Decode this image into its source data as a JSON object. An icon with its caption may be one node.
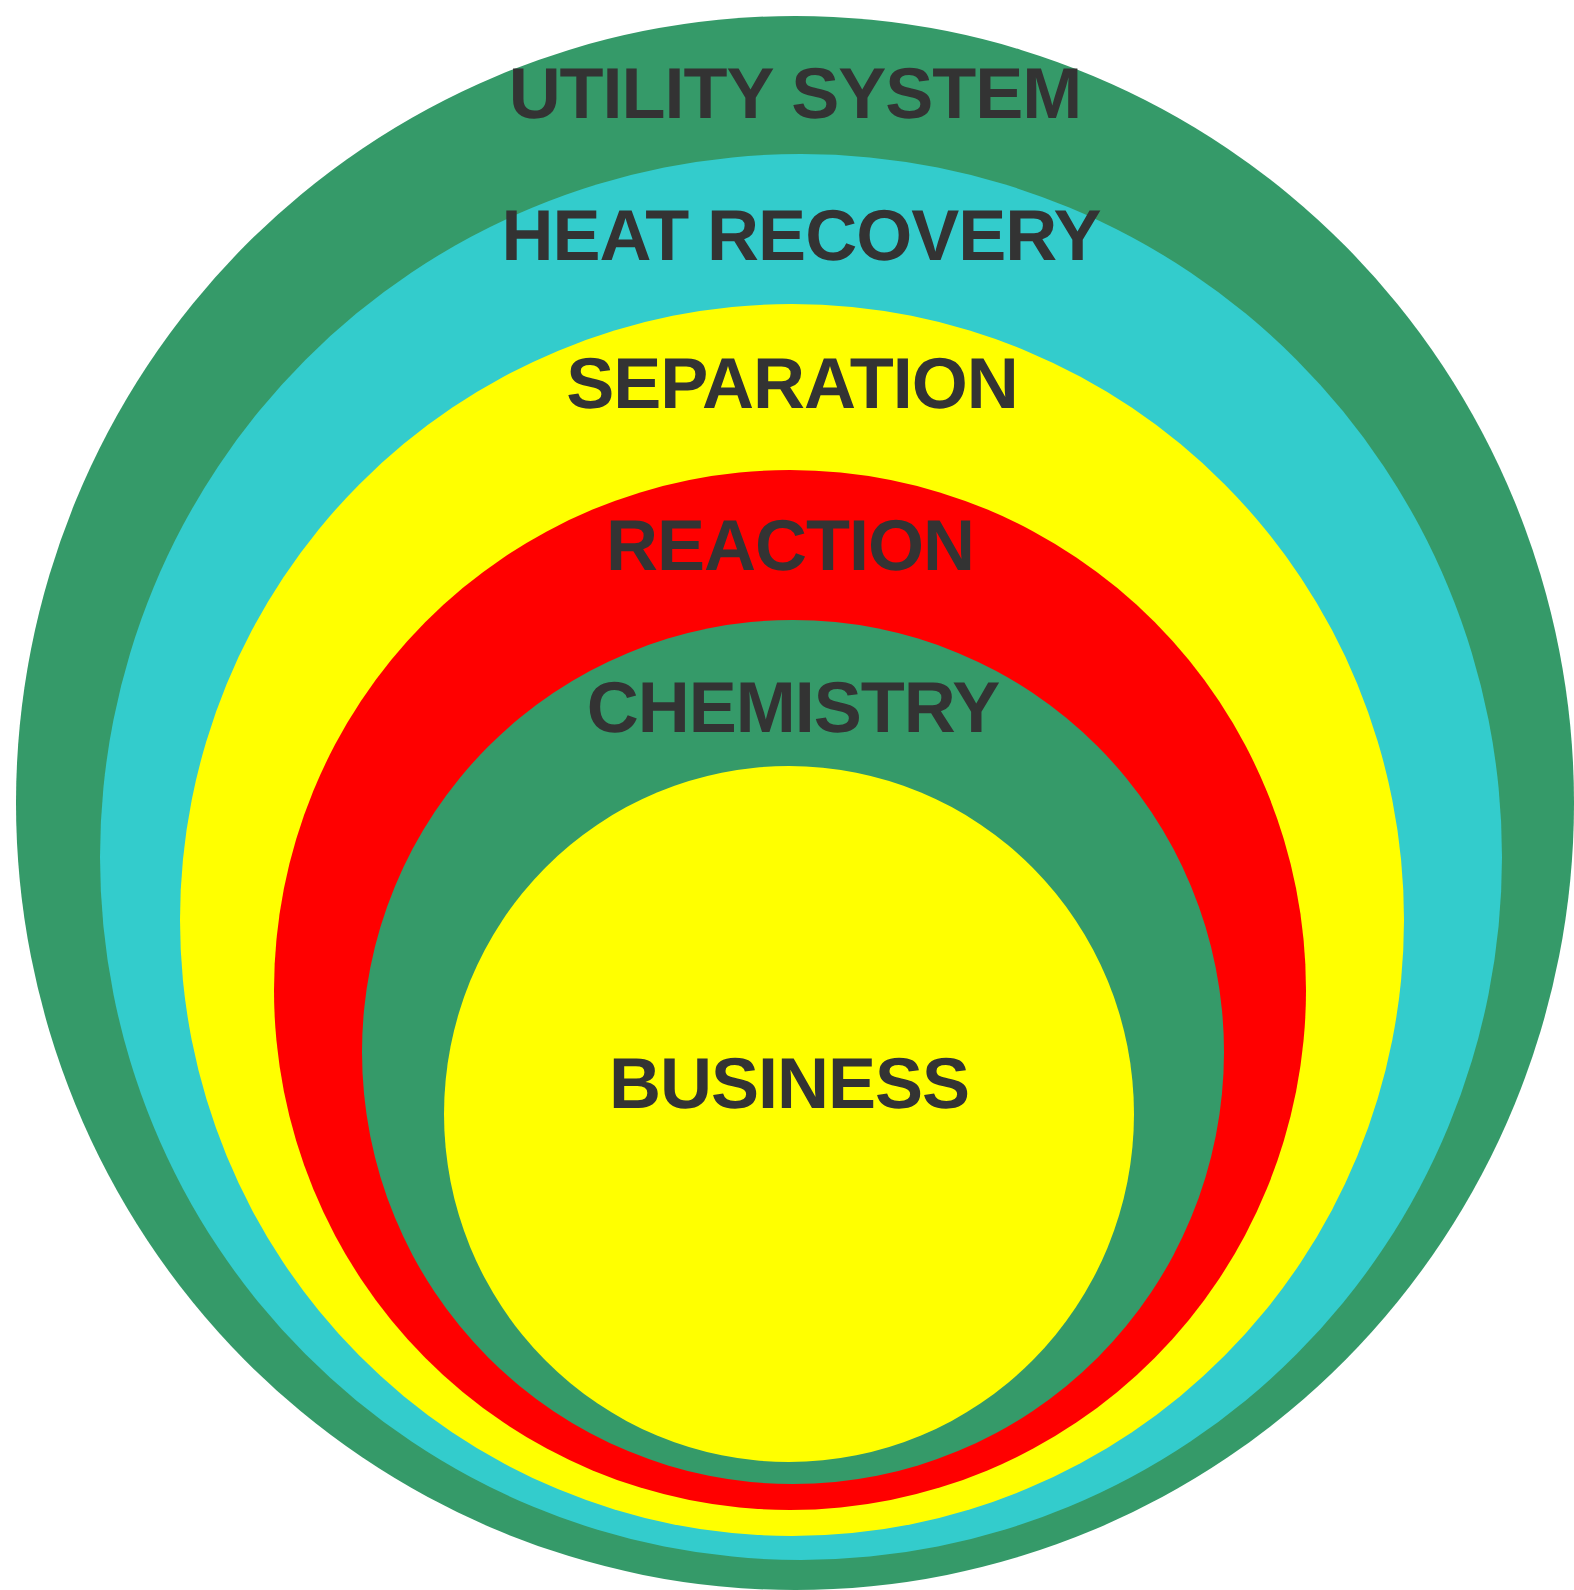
{
  "diagram": {
    "nodes": [
      {
        "text": [
          "UTILITY SYSTEM"
        ]
      },
      {
        "text": [
          "HEAT RECOVERY"
        ],
        "in": 0
      },
      {
        "text": [
          "SEPARATION"
        ],
        "in": 1
      },
      {
        "text": [
          "REACTION"
        ],
        "in": 2
      },
      {
        "text": [
          "CHEMISTRY"
        ],
        "in": 3
      },
      {
        "text": [
          "BUSINESS"
        ],
        "in": 4
      }
    ]
  }
}
